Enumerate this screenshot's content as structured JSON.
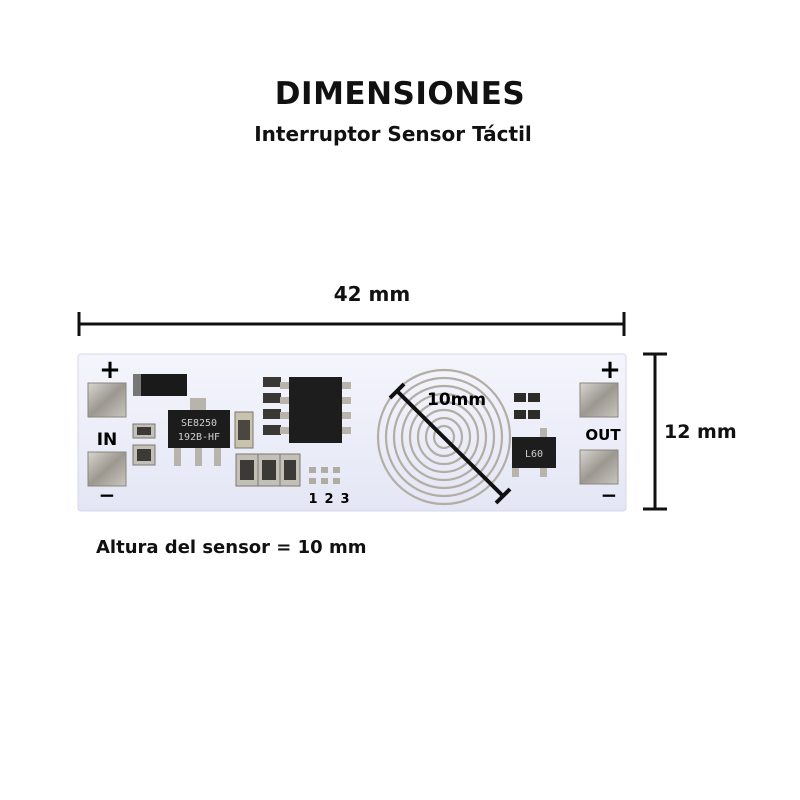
{
  "header": {
    "title": "DIMENSIONES",
    "subtitle": "Interruptor Sensor Táctil"
  },
  "dimensions": {
    "width": "42 mm",
    "height": "12 mm",
    "sensor_diameter": "10mm",
    "sensor_height_note": "Altura del sensor = 10 mm"
  },
  "board": {
    "input_label": "IN",
    "output_label": "OUT",
    "plus_sign": "+",
    "minus_sign": "−",
    "regulator_marking_line1": "SE8250",
    "regulator_marking_line2": "192B-HF",
    "mosfet_marking": "L60",
    "pad_numbers": [
      "1",
      "2",
      "3"
    ],
    "pcb_color": "#eef0fb"
  }
}
